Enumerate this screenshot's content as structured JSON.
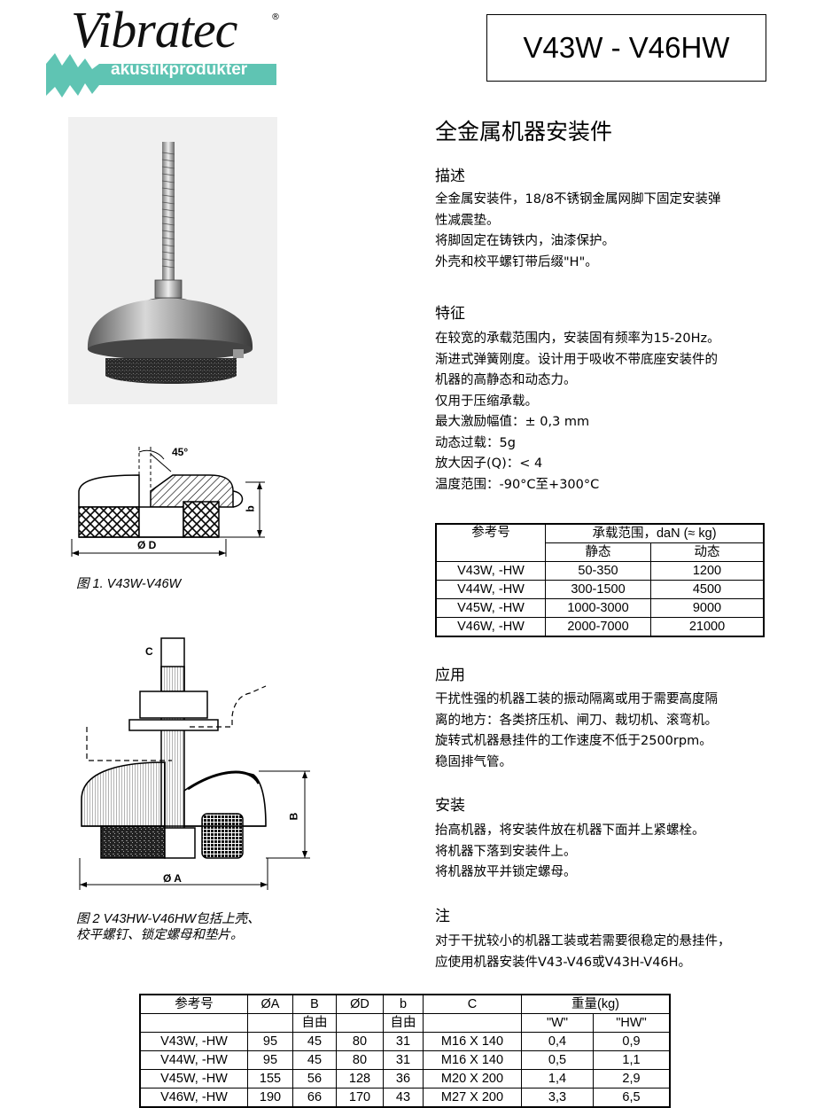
{
  "logo": {
    "brand": "Vibratec",
    "reg": "®",
    "subtitle": "akustikprodukter"
  },
  "model": "V43W - V46HW",
  "title": "全金属机器安装件",
  "sections": {
    "description": {
      "heading": "描述",
      "lines": [
        "全金属安装件，18/8不锈钢金属网脚下固定安装弹",
        "性减震垫。",
        "将脚固定在铸铁内，油漆保护。",
        "外壳和校平螺钉带后缀\"H\"。"
      ]
    },
    "features": {
      "heading": "特征",
      "lines": [
        "在较宽的承载范围内，安装固有频率为15-20Hz。",
        "渐进式弹簧刚度。设计用于吸收不带底座安装件的",
        "机器的高静态和动态力。",
        "仅用于压缩承载。",
        "最大激励幅值：± 0,3 mm",
        "动态过载：5g",
        "放大因子(Q)：< 4",
        "温度范围：-90°C至+300°C"
      ]
    },
    "application": {
      "heading": "应用",
      "lines": [
        "干扰性强的机器工装的振动隔离或用于需要高度隔",
        "离的地方：各类挤压机、闸刀、裁切机、滚弯机。",
        "旋转式机器悬挂件的工作速度不低于2500rpm。",
        "稳固排气管。"
      ]
    },
    "installation": {
      "heading": "安装",
      "lines": [
        "抬高机器，将安装件放在机器下面并上紧螺栓。",
        "将机器下落到安装件上。",
        "将机器放平并锁定螺母。"
      ]
    },
    "note": {
      "heading": "注",
      "lines": [
        "对于干扰较小的机器工装或若需要很稳定的悬挂件，",
        "应使用机器安装件V43-V46或V43H-V46H。"
      ]
    }
  },
  "load_table": {
    "h_ref": "参考号",
    "h_range": "承载范围，daN (≈ kg)",
    "h_static": "静态",
    "h_dynamic": "动态",
    "rows": [
      [
        "V43W, -HW",
        "50-350",
        "1200"
      ],
      [
        "V44W, -HW",
        "300-1500",
        "4500"
      ],
      [
        "V45W, -HW",
        "1000-3000",
        "9000"
      ],
      [
        "V46W, -HW",
        "2000-7000",
        "21000"
      ]
    ]
  },
  "figures": {
    "fig1": {
      "caption": "图 1. V43W-V46W",
      "angle": "45°",
      "dim_b": "b",
      "dim_d": "Ø D"
    },
    "fig2": {
      "caption1": "图 2  V43HW-V46HW包括上壳、",
      "caption2": "校平螺钉、锁定螺母和垫片。",
      "dim_c": "C",
      "dim_b": "B",
      "dim_a": "Ø A"
    }
  },
  "dim_table": {
    "headers": [
      "参考号",
      "ØA",
      "B",
      "ØD",
      "b",
      "C",
      "重量(kg)"
    ],
    "sub": [
      "",
      "",
      "自由",
      "",
      "自由",
      "",
      "\"W\"",
      "\"HW\""
    ],
    "rows": [
      [
        "V43W, -HW",
        "95",
        "45",
        "80",
        "31",
        "M16 X 140",
        "0,4",
        "0,9"
      ],
      [
        "V44W, -HW",
        "95",
        "45",
        "80",
        "31",
        "M16 X 140",
        "0,5",
        "1,1"
      ],
      [
        "V45W, -HW",
        "155",
        "56",
        "128",
        "36",
        "M20 X 200",
        "1,4",
        "2,9"
      ],
      [
        "V46W, -HW",
        "190",
        "66",
        "170",
        "43",
        "M27 X 200",
        "3,3",
        "6,5"
      ]
    ]
  }
}
